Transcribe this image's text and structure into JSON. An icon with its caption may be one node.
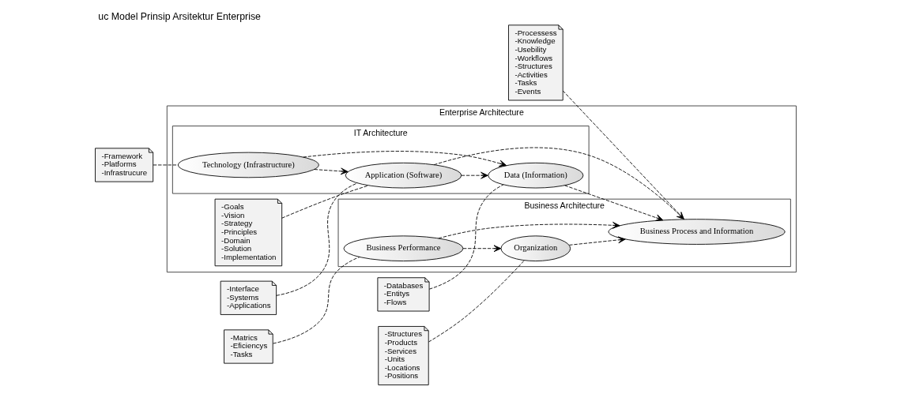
{
  "diagram": {
    "title": "uc Model Prinsip Arsitektur Enterprise",
    "nodes": [
      {
        "text": [
          "Enterprise Architecture"
        ]
      },
      {
        "text": [
          "IT Architecture"
        ],
        "in": 0
      },
      {
        "text": [
          "Business Architecture"
        ],
        "in": 0
      },
      {
        "text": [
          "Application (Software)"
        ],
        "in": 1
      },
      {
        "text": [
          "Technology (Infrastructure)"
        ],
        "in": 1
      },
      {
        "text": [
          "Data (Information)"
        ],
        "in": 1
      },
      {
        "text": [
          "Business Process and Information"
        ],
        "in": 2
      },
      {
        "text": [
          "Organization"
        ],
        "in": 2
      },
      {
        "text": [
          "Business Performance"
        ],
        "in": 2
      },
      {
        "text": [
          "-Interface",
          "-Systems",
          "-Applications"
        ]
      },
      {
        "text": [
          "-Framework",
          "-Platforms",
          "-Infrastrucure"
        ]
      },
      {
        "text": [
          "-Goals",
          "-Vision",
          "-Strategy",
          "-Principles",
          "-Domain",
          "-Solution",
          "-Implementation"
        ],
        "in": 0
      },
      {
        "text": [
          "-Databases",
          "-Entitys",
          "-Flows"
        ]
      },
      {
        "text": [
          "-Processess",
          "-Knowledge",
          "-Usebility",
          "-Workflows",
          "-Structures",
          "-Activities",
          "-Tasks",
          "-Events"
        ]
      },
      {
        "text": [
          "-Structures",
          "-Products",
          "-Services",
          "-Units",
          "-Locations",
          "-Positions"
        ]
      },
      {
        "text": [
          "-Matrics",
          "-Eficiencys",
          "-Tasks"
        ]
      }
    ],
    "edges": [
      {
        "from": 9,
        "to": 3,
        "arrow": "none",
        "style": "dashed"
      },
      {
        "from": 10,
        "to": 4,
        "arrow": "none",
        "style": "dashed"
      },
      {
        "from": 11,
        "to": 0,
        "arrow": "none",
        "style": "dashed"
      },
      {
        "from": 3,
        "to": 6,
        "arrow": "to",
        "style": "dashed"
      },
      {
        "from": 3,
        "to": 5,
        "arrow": "to",
        "style": "dashed"
      },
      {
        "from": 4,
        "to": 3,
        "arrow": "to",
        "style": "dashed"
      },
      {
        "from": 4,
        "to": 5,
        "arrow": "to",
        "style": "dashed"
      },
      {
        "from": 5,
        "to": 6,
        "arrow": "to",
        "style": "dashed"
      },
      {
        "from": 12,
        "to": 5,
        "arrow": "none",
        "style": "dashed"
      },
      {
        "from": 7,
        "to": 6,
        "arrow": "to",
        "style": "dashed"
      },
      {
        "from": 8,
        "to": 6,
        "arrow": "to",
        "style": "dashed"
      },
      {
        "from": 8,
        "to": 7,
        "arrow": "to",
        "style": "dashed"
      },
      {
        "from": 13,
        "to": 6,
        "arrow": "none",
        "style": "dashed"
      },
      {
        "from": 14,
        "to": 7,
        "arrow": "none",
        "style": "dashed"
      },
      {
        "from": 15,
        "to": 8,
        "arrow": "none",
        "style": "dashed"
      }
    ]
  }
}
